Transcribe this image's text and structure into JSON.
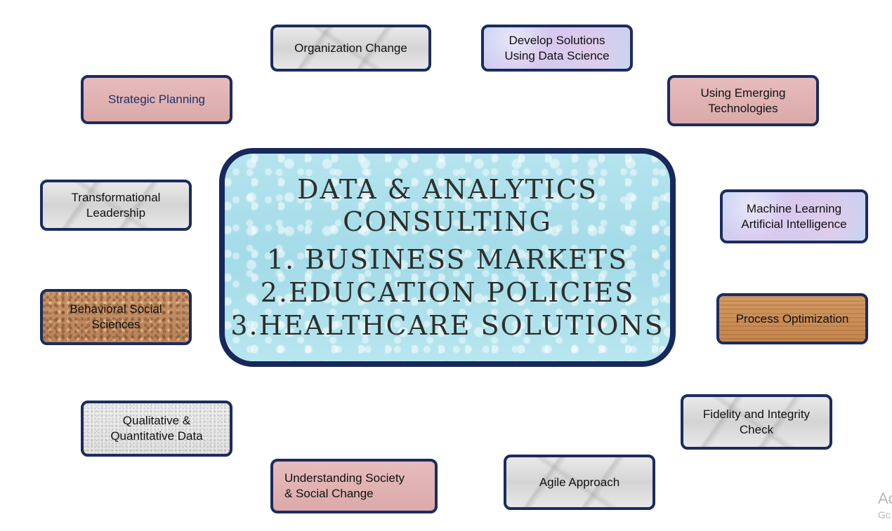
{
  "center": {
    "title_line1": "Data & Analytics",
    "title_line2": "Consulting",
    "items": [
      "1. Business Markets",
      "2.Education Policies",
      "3.Healthcare Solutions"
    ]
  },
  "nodes": {
    "organization_change": "Organization Change",
    "develop_solutions": "Develop Solutions\nUsing Data Science",
    "strategic_planning": "Strategic Planning",
    "emerging_technologies": "Using Emerging\nTechnologies",
    "transformational_leadership": "Transformational\nLeadership",
    "machine_learning": "Machine Learning\nArtificial Intelligence",
    "behavioral_social_sciences": "Behavioral Social\nSciences",
    "process_optimization": "Process Optimization",
    "qualitative_quantitative": "Qualitative &\nQuantitative Data",
    "fidelity_integrity": "Fidelity and Integrity\nCheck",
    "understanding_society": "Understanding Society\n& Social Change",
    "agile_approach": "Agile Approach"
  },
  "watermark": {
    "line1": "Ac",
    "line2": "Gc"
  }
}
